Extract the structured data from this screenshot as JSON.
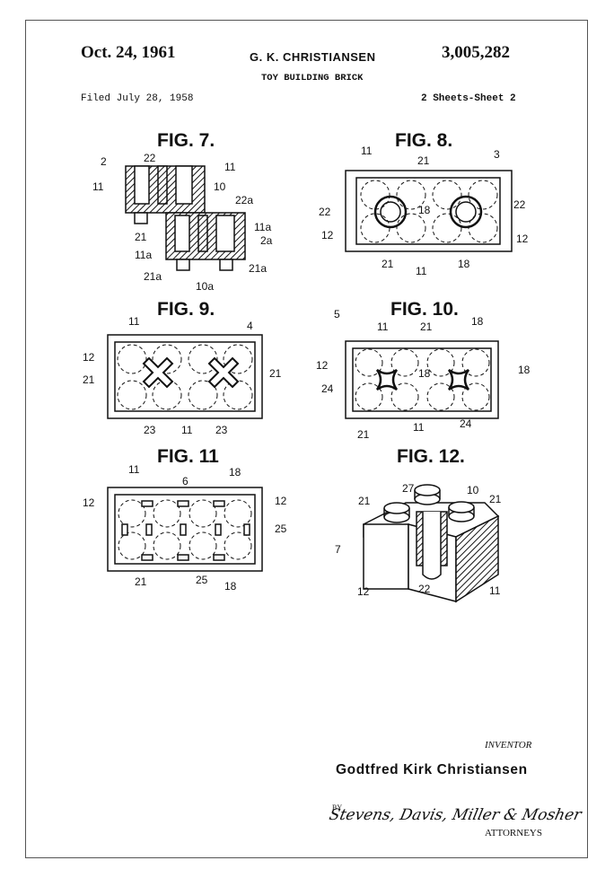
{
  "header": {
    "date": "Oct. 24, 1961",
    "inventor_short": "G. K. CHRISTIANSEN",
    "patent_number": "3,005,282",
    "title": "TOY BUILDING BRICK",
    "filed": "Filed July 28, 1958",
    "sheets": "2 Sheets-Sheet 2"
  },
  "figures": {
    "fig7": {
      "label": "FIG. 7.",
      "callouts": [
        "2",
        "22",
        "11",
        "11",
        "10",
        "22a",
        "11a",
        "2a",
        "21",
        "11a",
        "21a",
        "10a",
        "21a"
      ]
    },
    "fig8": {
      "label": "FIG. 8.",
      "callouts": [
        "11",
        "21",
        "3",
        "22",
        "18",
        "22",
        "12",
        "21",
        "11",
        "18",
        "12"
      ]
    },
    "fig9": {
      "label": "FIG. 9.",
      "callouts": [
        "11",
        "4",
        "12",
        "21",
        "21",
        "23",
        "11",
        "23"
      ]
    },
    "fig10": {
      "label": "FIG. 10.",
      "callouts": [
        "5",
        "11",
        "21",
        "18",
        "12",
        "18",
        "18",
        "24",
        "21",
        "11",
        "24"
      ]
    },
    "fig11": {
      "label": "FIG. 11",
      "callouts": [
        "11",
        "6",
        "18",
        "12",
        "12",
        "25",
        "21",
        "25",
        "18"
      ]
    },
    "fig12": {
      "label": "FIG. 12.",
      "callouts": [
        "27",
        "10",
        "21",
        "21",
        "7",
        "12",
        "22",
        "11"
      ]
    }
  },
  "footer": {
    "inventor_label": "INVENTOR",
    "inventor_name": "Godtfred Kirk Christiansen",
    "by": "BY",
    "attorneys_signature": "Stevens, Davis, Miller & Mosher",
    "attorneys_label": "ATTORNEYS"
  }
}
